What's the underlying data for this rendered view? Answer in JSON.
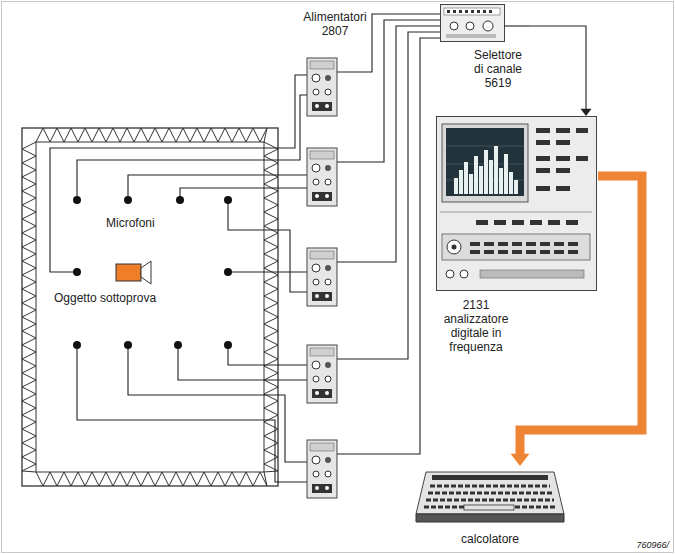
{
  "diagram": {
    "nodes": [
      {
        "text": [
          "Selettore di canale 5619"
        ]
      },
      {
        "text": [
          "2131 analizzatore digitale in frequenza"
        ]
      },
      {
        "text": [
          "calcolatore"
        ]
      }
    ],
    "edges": [
      {
        "from": 0,
        "to": 1,
        "arrow": "to"
      },
      {
        "from": 1,
        "to": 2,
        "arrow": "to"
      }
    ],
    "labels": [
      "Alimentatori 2807",
      "Microfoni",
      "Oggetto sottoprova",
      "760966/"
    ]
  }
}
